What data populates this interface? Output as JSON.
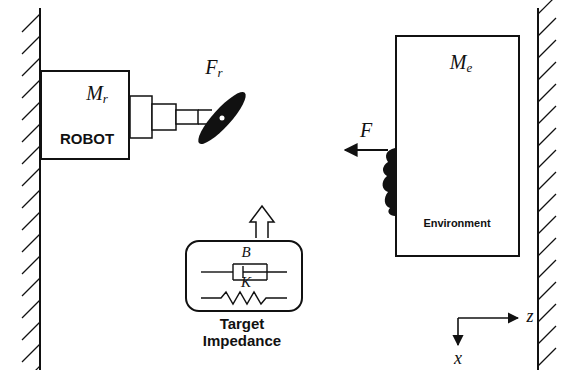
{
  "diagram": {
    "nodes": [
      {
        "text": [
          "Mr",
          "ROBOT"
        ]
      },
      {
        "text": [
          "B",
          "K",
          "Target Impedance"
        ]
      },
      {
        "text": [
          "Me",
          "Environment"
        ]
      }
    ],
    "labels": [
      "Fr",
      "F",
      "z",
      "x"
    ]
  }
}
